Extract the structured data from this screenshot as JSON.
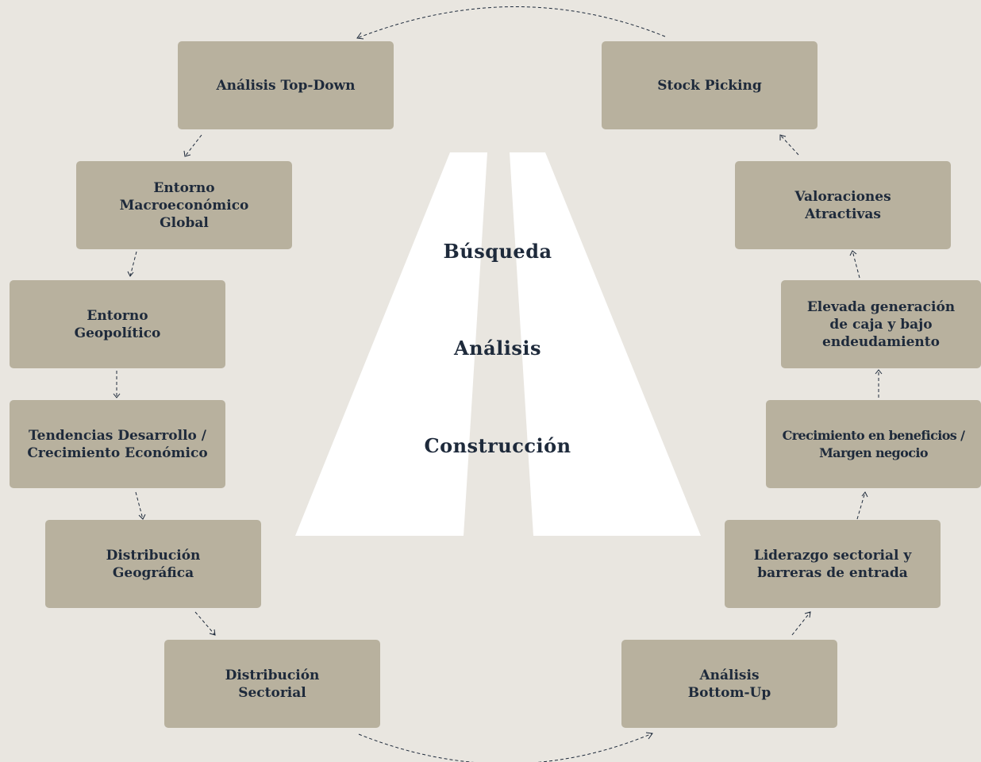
{
  "colors": {
    "background": "#e9e6e0",
    "box_fill": "#b8b19e",
    "text": "#1e2a3b",
    "road": "#ffffff",
    "arrow": "#1e2a3b"
  },
  "left_column": {
    "top_down": "Análisis Top-Down",
    "macro": "Entorno\nMacroeconómico\nGlobal",
    "geopolitico": "Entorno\nGeopolítico",
    "tendencias": "Tendencias Desarrollo /\nCrecimiento Económico",
    "geografica": "Distribución\nGeográfica",
    "sectorial": "Distribución\nSectorial"
  },
  "right_column": {
    "stock_picking": "Stock Picking",
    "valoraciones": "Valoraciones\nAtractivas",
    "caja": "Elevada generación\nde caja y bajo\nendeudamiento",
    "beneficios": "Crecimiento en beneficios /\nMargen negocio",
    "liderazgo": "Liderazgo sectorial y\nbarreras de entrada",
    "bottom_up": "Análisis\nBottom-Up"
  },
  "road": {
    "word_1": "Búsqueda",
    "word_2": "Análisis",
    "word_3": "Construcción"
  }
}
